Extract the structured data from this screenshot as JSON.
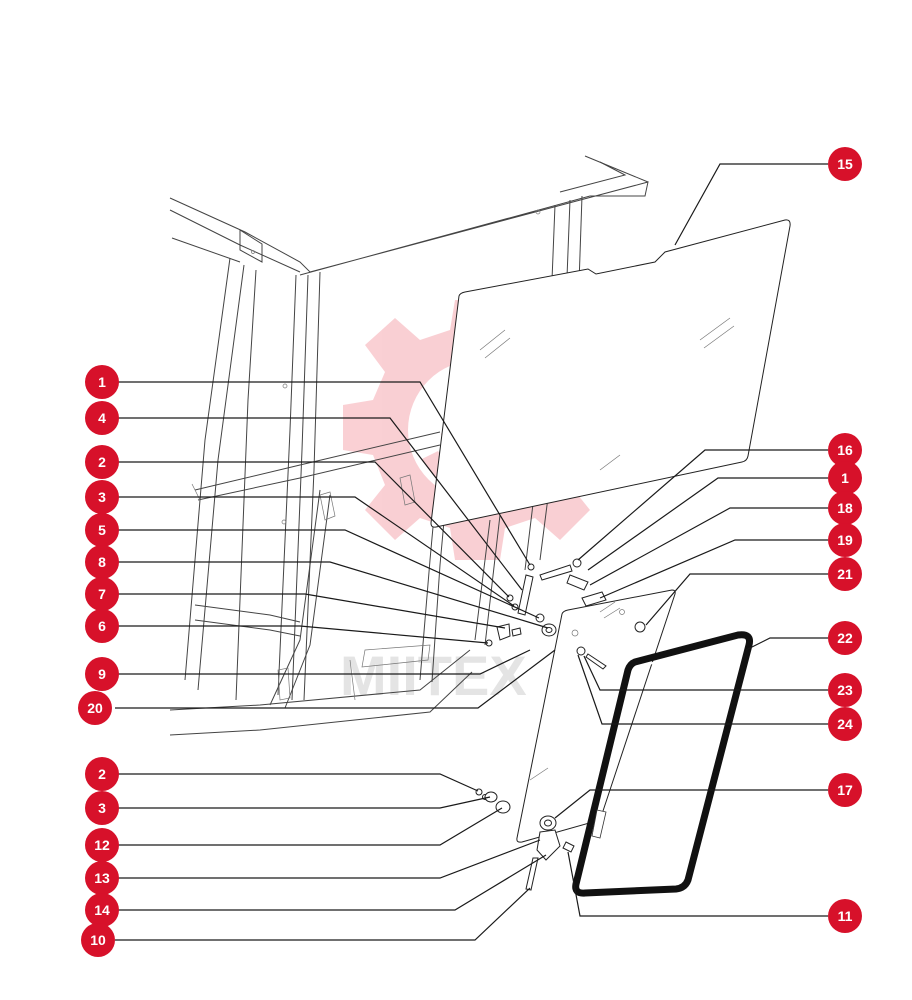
{
  "diagram": {
    "watermark_text": "MIITEX",
    "badge_color": "#d7112a",
    "badges": [
      {
        "label": "15"
      },
      {
        "label": "16"
      },
      {
        "label": "1"
      },
      {
        "label": "18"
      },
      {
        "label": "19"
      },
      {
        "label": "21"
      },
      {
        "label": "22"
      },
      {
        "label": "23"
      },
      {
        "label": "24"
      },
      {
        "label": "17"
      },
      {
        "label": "11"
      },
      {
        "label": "1"
      },
      {
        "label": "4"
      },
      {
        "label": "2"
      },
      {
        "label": "3"
      },
      {
        "label": "5"
      },
      {
        "label": "8"
      },
      {
        "label": "7"
      },
      {
        "label": "6"
      },
      {
        "label": "9"
      },
      {
        "label": "20"
      },
      {
        "label": "2"
      },
      {
        "label": "3"
      },
      {
        "label": "12"
      },
      {
        "label": "13"
      },
      {
        "label": "14"
      },
      {
        "label": "10"
      }
    ]
  }
}
